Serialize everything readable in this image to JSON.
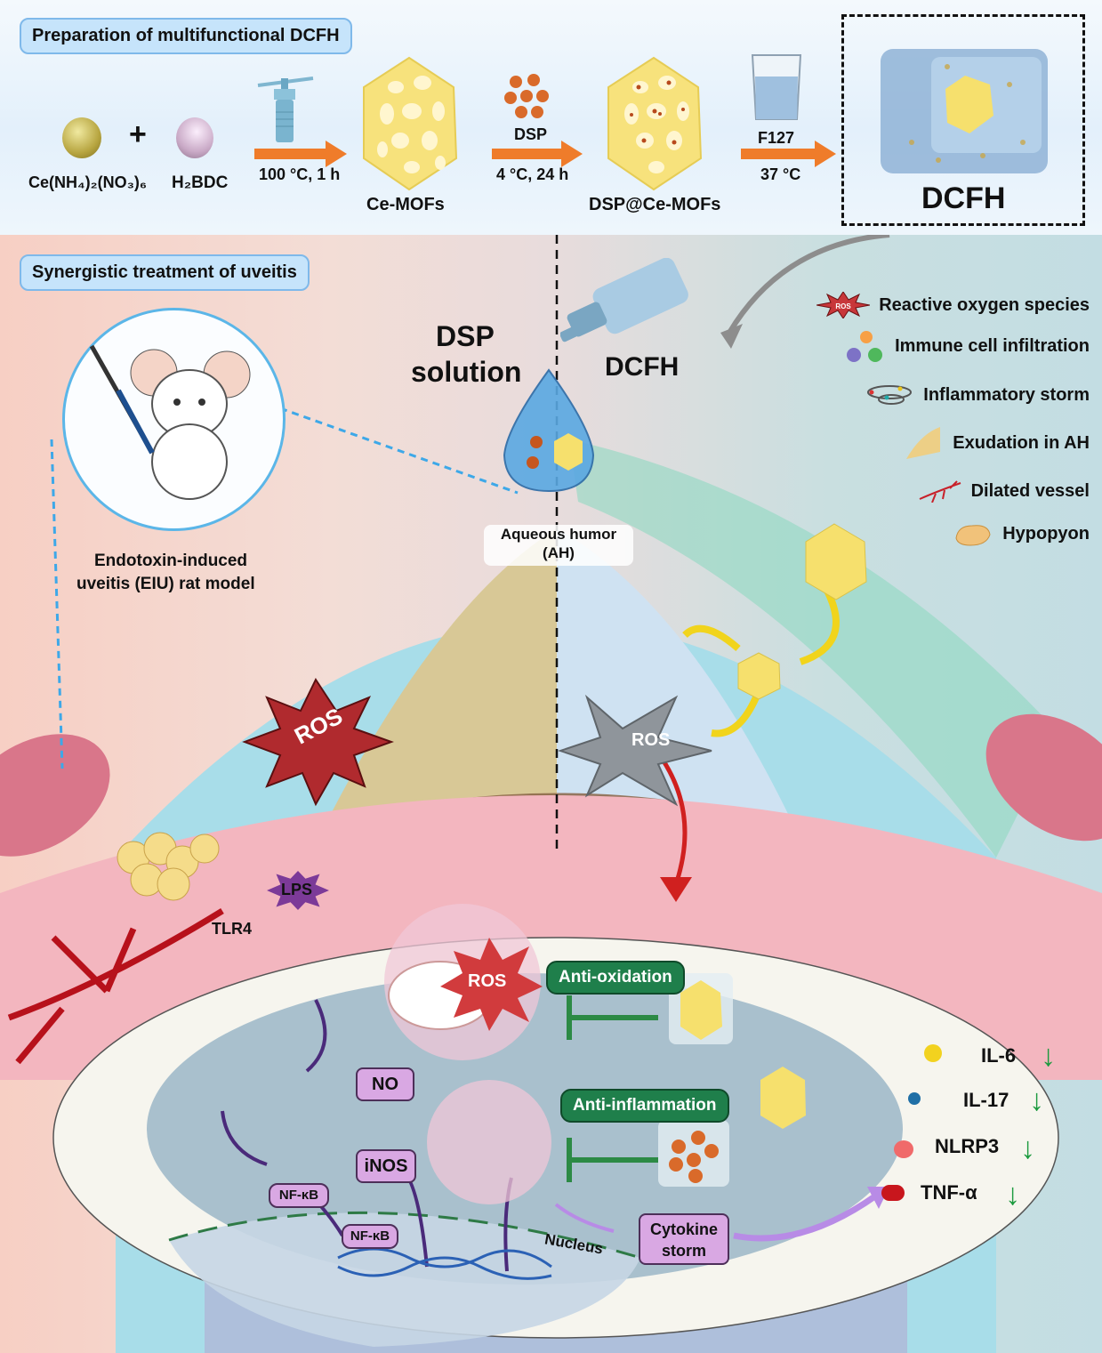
{
  "preparation": {
    "section_title": "Preparation of multifunctional DCFH",
    "reagent_1": "Ce(NH₄)₂(NO₃)₆",
    "plus": "+",
    "reagent_2": "H₂BDC",
    "step_1_condition": "100 °C, 1 h",
    "product_1": "Ce-MOFs",
    "step_2_reagent": "DSP",
    "step_2_condition": "4 °C, 24 h",
    "product_2": "DSP@Ce-MOFs",
    "step_3_reagent": "F127",
    "step_3_condition": "37 °C",
    "final_product": "DCFH"
  },
  "treatment": {
    "section_title": "Synergistic treatment of uveitis",
    "model_label_line1": "Endotoxin-induced",
    "model_label_line2": "uveitis (EIU) rat model",
    "dsp_label_line1": "DSP",
    "dsp_label_line2": "solution",
    "dcfh_label": "DCFH",
    "aqueous_humor_line1": "Aqueous humor",
    "aqueous_humor_line2": "(AH)",
    "ros_left": "ROS",
    "ros_right": "ROS"
  },
  "legend": [
    {
      "icon": "ros-starburst-icon",
      "label": "Reactive oxygen species",
      "icon_text": "ROS"
    },
    {
      "icon": "immune-cells-icon",
      "label": "Immune cell infiltration"
    },
    {
      "icon": "inflammatory-storm-icon",
      "label": "Inflammatory storm"
    },
    {
      "icon": "exudation-icon",
      "label": "Exudation in AH"
    },
    {
      "icon": "dilated-vessel-icon",
      "label": "Dilated vessel"
    },
    {
      "icon": "hypopyon-icon",
      "label": "Hypopyon"
    }
  ],
  "cell": {
    "lps": "LPS",
    "tlr4": "TLR4",
    "nfkb_cytoplasm": "NF-κB",
    "nfkb_nucleus": "NF-κB",
    "inos": "iNOS",
    "no": "NO",
    "ros": "ROS",
    "anti_oxidation": "Anti-oxidation",
    "anti_inflammation": "Anti-inflammation",
    "cytokine_storm_line1": "Cytokine",
    "cytokine_storm_line2": "storm",
    "nucleus": "Nucleus"
  },
  "cytokines": [
    {
      "label": "IL-6",
      "trend": "down",
      "color": "#f2d21f"
    },
    {
      "label": "IL-17",
      "trend": "down",
      "color": "#1f6fa6"
    },
    {
      "label": "NLRP3",
      "trend": "down",
      "color": "#f06a6a"
    },
    {
      "label": "TNF-α",
      "trend": "down",
      "color": "#c8161d"
    }
  ],
  "colors": {
    "arrow_orange": "#ef7c2a",
    "inhibit_green": "#1f7f4b",
    "down_green": "#1c9a3f",
    "pathway_purple": "#4a2a7a",
    "ros_red": "#c8373a",
    "mof_yellow": "#f6e27a"
  }
}
